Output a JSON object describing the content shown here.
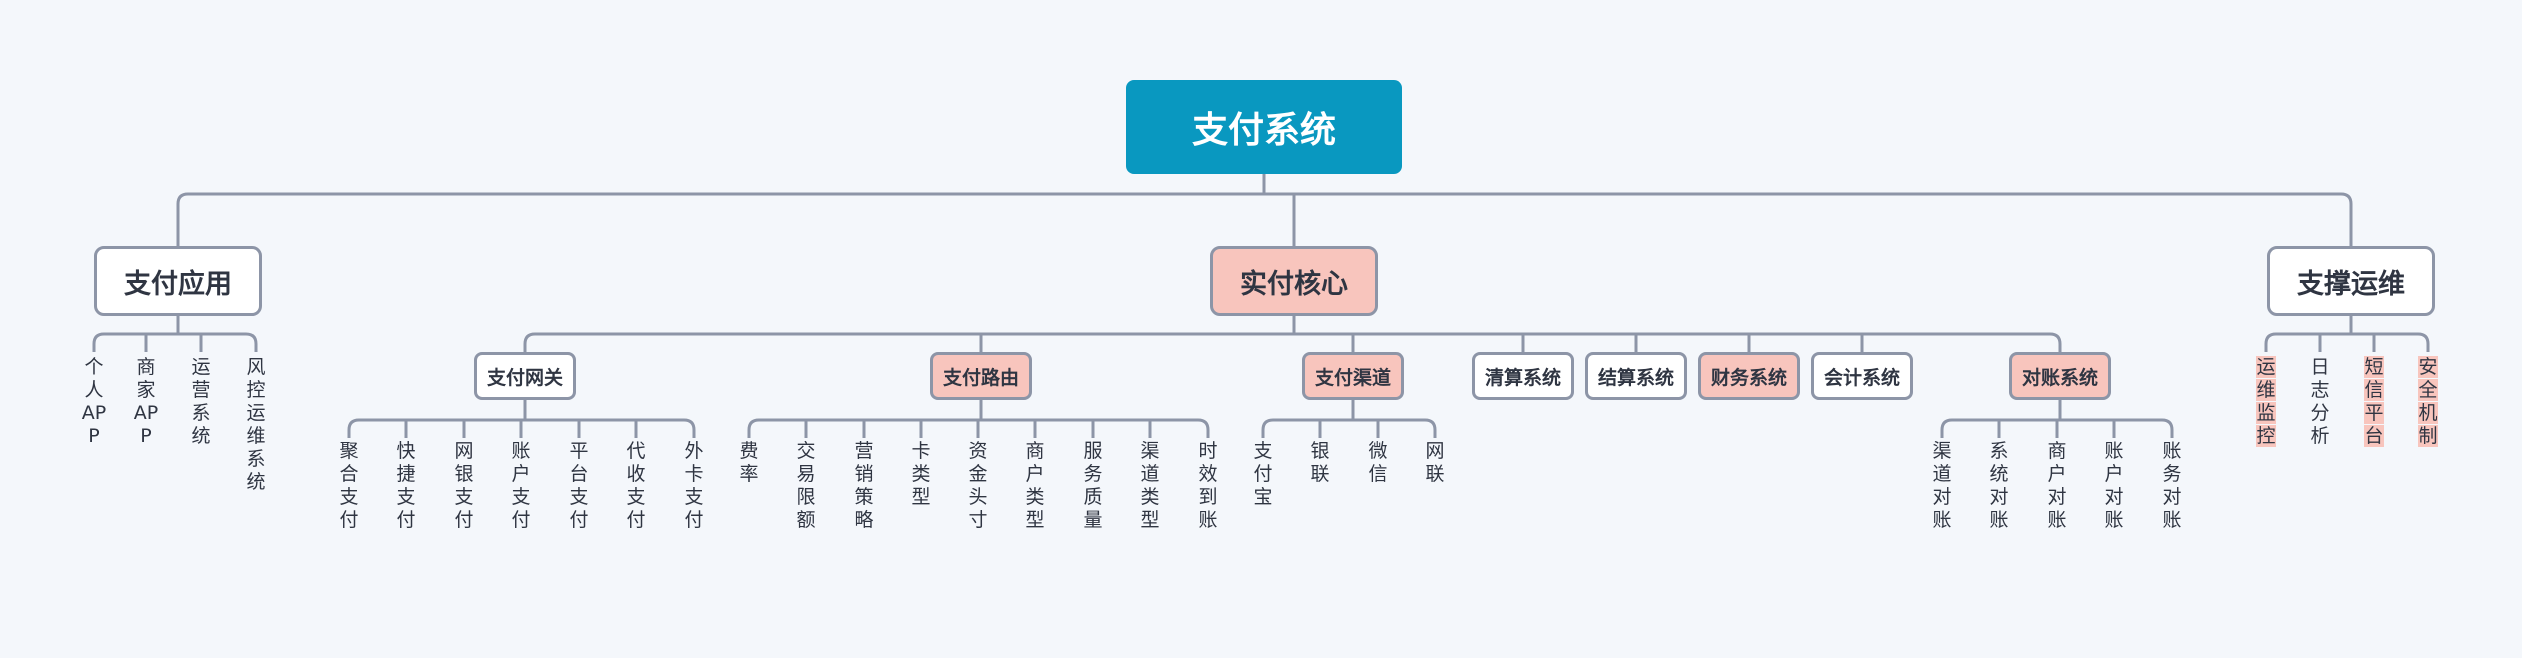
{
  "root": {
    "label": "支付系统"
  },
  "branches": [
    {
      "key": "app",
      "label": "支付应用",
      "leaves": [
        {
          "text": "个人APP",
          "highlight": false
        },
        {
          "text": "商家APP",
          "highlight": false
        },
        {
          "text": "运营系统",
          "highlight": false
        },
        {
          "text": "风控运维系统",
          "highlight": false
        }
      ]
    },
    {
      "key": "core",
      "label": "实付核心",
      "highlight": true,
      "children": [
        {
          "key": "gateway",
          "label": "支付网关",
          "highlight": false,
          "leaves": [
            "聚合支付",
            "快捷支付",
            "网银支付",
            "账户支付",
            "平台支付",
            "代收支付",
            "外卡支付"
          ]
        },
        {
          "key": "routing",
          "label": "支付路由",
          "highlight": true,
          "leaves": [
            "费率",
            "交易限额",
            "营销策略",
            "卡类型",
            "资金头寸",
            "商户类型",
            "服务质量",
            "渠道类型",
            "时效到账"
          ]
        },
        {
          "key": "channel",
          "label": "支付渠道",
          "highlight": true,
          "leaves": [
            "支付宝",
            "银联",
            "微信",
            "网联"
          ]
        },
        {
          "key": "clearing",
          "label": "清算系统",
          "highlight": false,
          "leaves": []
        },
        {
          "key": "settlement",
          "label": "结算系统",
          "highlight": false,
          "leaves": []
        },
        {
          "key": "finance",
          "label": "财务系统",
          "highlight": true,
          "leaves": []
        },
        {
          "key": "accounting",
          "label": "会计系统",
          "highlight": false,
          "leaves": []
        },
        {
          "key": "reconcile",
          "label": "对账系统",
          "highlight": true,
          "leaves": [
            "渠道对账",
            "系统对账",
            "商户对账",
            "账户对账",
            "账务对账"
          ]
        }
      ]
    },
    {
      "key": "ops",
      "label": "支撑运维",
      "leaves": [
        {
          "text": "运维监控",
          "highlight": true
        },
        {
          "text": "日志分析",
          "highlight": false
        },
        {
          "text": "短信平台",
          "highlight": true
        },
        {
          "text": "安全机制",
          "highlight": true
        }
      ]
    }
  ],
  "colors": {
    "root_fill": "#0998c0",
    "highlight_fill": "#f8c5bd",
    "node_border": "#8d95a7",
    "line": "#8d95a7",
    "background": "#f4f7fb",
    "text": "#2f3542"
  }
}
